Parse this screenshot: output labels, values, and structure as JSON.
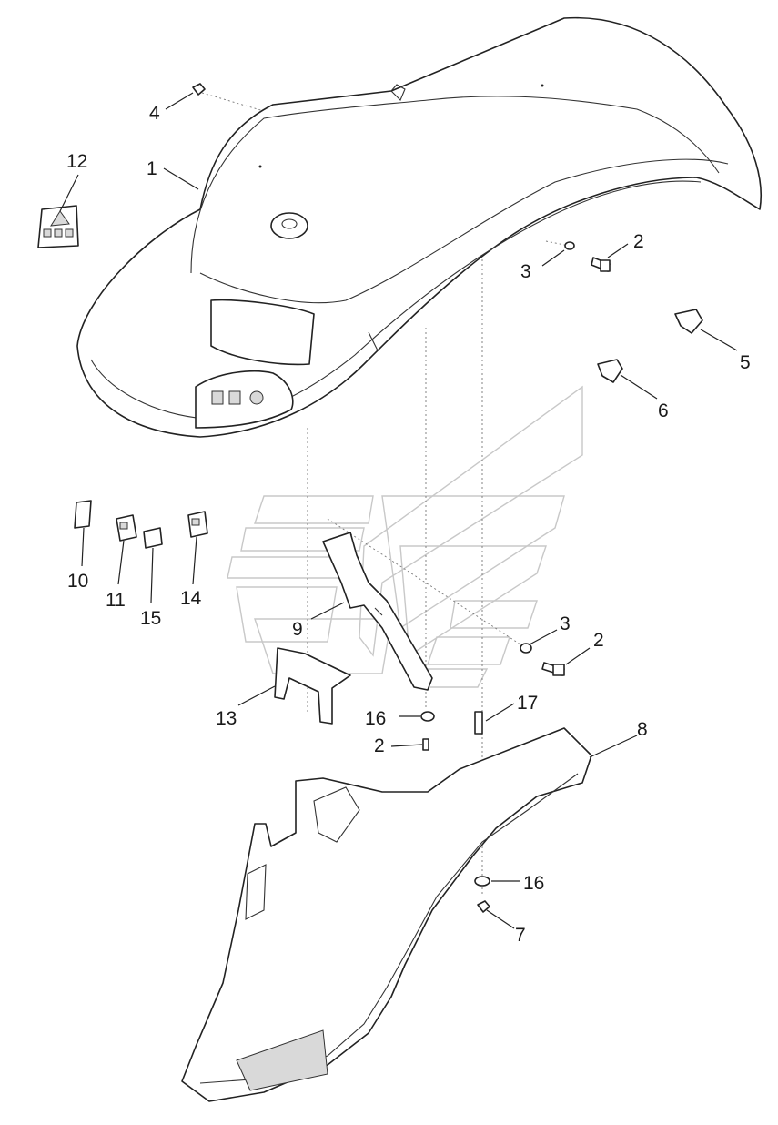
{
  "callouts": [
    {
      "id": "c1",
      "label": "1"
    },
    {
      "id": "c2a",
      "label": "2"
    },
    {
      "id": "c2b",
      "label": "2"
    },
    {
      "id": "c2c",
      "label": "2"
    },
    {
      "id": "c3a",
      "label": "3"
    },
    {
      "id": "c3b",
      "label": "3"
    },
    {
      "id": "c4",
      "label": "4"
    },
    {
      "id": "c5",
      "label": "5"
    },
    {
      "id": "c6",
      "label": "6"
    },
    {
      "id": "c7",
      "label": "7"
    },
    {
      "id": "c8",
      "label": "8"
    },
    {
      "id": "c9",
      "label": "9"
    },
    {
      "id": "c10",
      "label": "10"
    },
    {
      "id": "c11",
      "label": "11"
    },
    {
      "id": "c12",
      "label": "12"
    },
    {
      "id": "c13",
      "label": "13"
    },
    {
      "id": "c14",
      "label": "14"
    },
    {
      "id": "c15",
      "label": "15"
    },
    {
      "id": "c16a",
      "label": "16"
    },
    {
      "id": "c16b",
      "label": "16"
    },
    {
      "id": "c17",
      "label": "17"
    }
  ],
  "colors": {
    "line": "#222222",
    "watermark": "#c8c8c8",
    "background": "#ffffff"
  }
}
